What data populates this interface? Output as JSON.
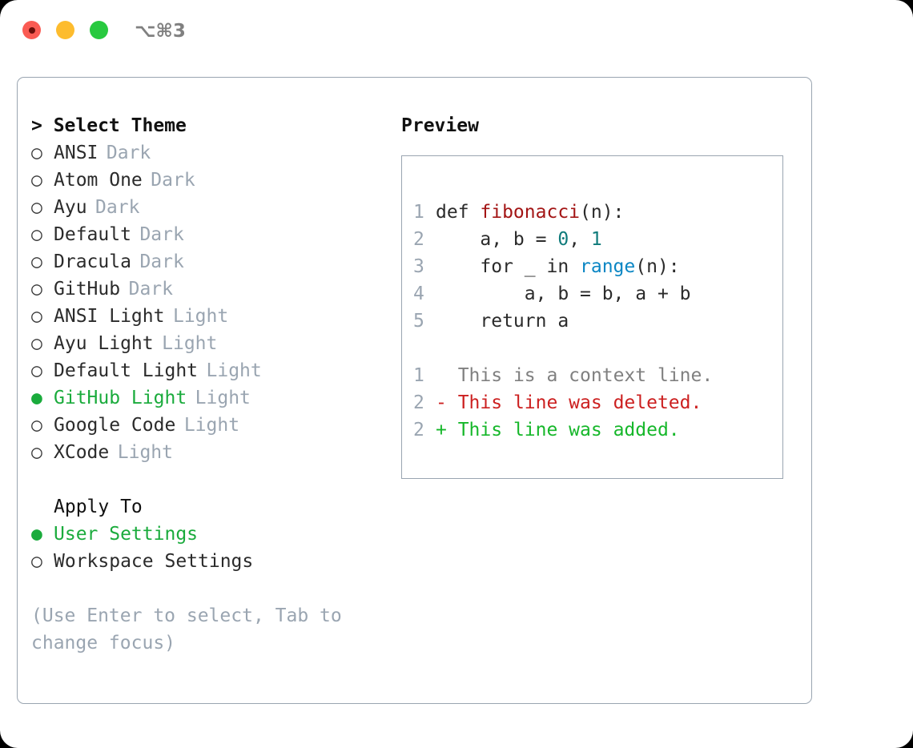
{
  "window": {
    "traffic_lights": [
      "close-red",
      "minimize-yellow",
      "maximize-green"
    ],
    "shortcut_label": "⌥⌘3"
  },
  "theme_selector": {
    "header": "> Select Theme",
    "bullet_unselected": "○",
    "bullet_selected": "●",
    "options": [
      {
        "label": "ANSI",
        "tag": "Dark",
        "selected": false
      },
      {
        "label": "Atom One",
        "tag": "Dark",
        "selected": false
      },
      {
        "label": "Ayu",
        "tag": "Dark",
        "selected": false
      },
      {
        "label": "Default",
        "tag": "Dark",
        "selected": false
      },
      {
        "label": "Dracula",
        "tag": "Dark",
        "selected": false
      },
      {
        "label": "GitHub",
        "tag": "Dark",
        "selected": false
      },
      {
        "label": "ANSI Light",
        "tag": "Light",
        "selected": false
      },
      {
        "label": "Ayu Light",
        "tag": "Light",
        "selected": false
      },
      {
        "label": "Default Light",
        "tag": "Light",
        "selected": false
      },
      {
        "label": "GitHub Light",
        "tag": "Light",
        "selected": true
      },
      {
        "label": "Google Code",
        "tag": "Light",
        "selected": false
      },
      {
        "label": "XCode",
        "tag": "Light",
        "selected": false
      }
    ]
  },
  "apply_to": {
    "header": "Apply To",
    "options": [
      {
        "label": "User Settings",
        "selected": true
      },
      {
        "label": "Workspace Settings",
        "selected": false
      }
    ]
  },
  "hint": "(Use Enter to select, Tab to change focus)",
  "preview": {
    "title": "Preview",
    "code_lines": [
      {
        "number": "1",
        "tokens": [
          {
            "text": "def ",
            "type": "plain"
          },
          {
            "text": "fibonacci",
            "type": "fn"
          },
          {
            "text": "(n):",
            "type": "plain"
          }
        ]
      },
      {
        "number": "2",
        "tokens": [
          {
            "text": "    a, b = ",
            "type": "plain"
          },
          {
            "text": "0",
            "type": "num"
          },
          {
            "text": ", ",
            "type": "plain"
          },
          {
            "text": "1",
            "type": "num"
          }
        ]
      },
      {
        "number": "3",
        "tokens": [
          {
            "text": "    for _ in ",
            "type": "plain"
          },
          {
            "text": "range",
            "type": "builtin"
          },
          {
            "text": "(n):",
            "type": "plain"
          }
        ]
      },
      {
        "number": "4",
        "tokens": [
          {
            "text": "        a, b = b, a + b",
            "type": "plain"
          }
        ]
      },
      {
        "number": "5",
        "tokens": [
          {
            "text": "    return a",
            "type": "plain"
          }
        ]
      }
    ],
    "diff_lines": [
      {
        "number": "1",
        "marker": "  ",
        "text": "This is a context line.",
        "kind": "context"
      },
      {
        "number": "2",
        "marker": "- ",
        "text": "This line was deleted.",
        "kind": "deleted"
      },
      {
        "number": "2",
        "marker": "+ ",
        "text": "This line was added.",
        "kind": "added"
      }
    ]
  },
  "colors": {
    "accent_green": "#1aab3c",
    "muted": "#9aa5b1",
    "text": "#2b2b2b",
    "diff_add": "#16b72a",
    "diff_del": "#cc2020",
    "syntax_function": "#a31515",
    "syntax_number": "#0f7b7b",
    "syntax_builtin": "#0b86c4"
  }
}
